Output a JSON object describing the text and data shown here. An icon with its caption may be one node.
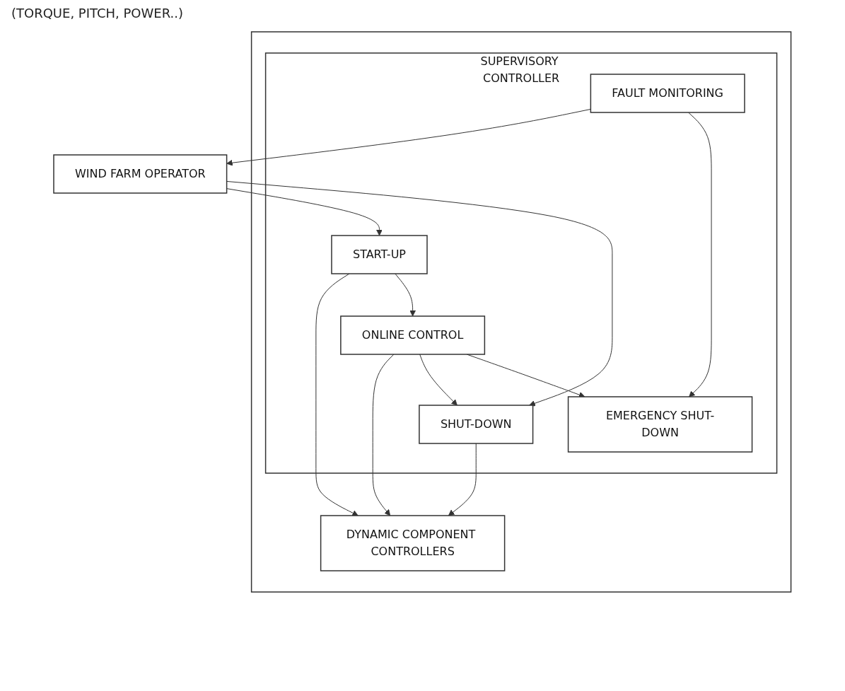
{
  "diagram": {
    "nodes": [
      {
        "text": [
          "WIND FARM OPERATOR"
        ]
      },
      {
        "text": [],
        "shape": "box"
      },
      {
        "text": [
          "DYNAMIC COMPONENT CONTROLLERS"
        ],
        "in": 1
      },
      {
        "text": [
          "SUPERVISORY CONTROLLER"
        ],
        "in": 1
      },
      {
        "text": [
          "START-UP"
        ],
        "in": 3
      },
      {
        "text": [
          "FAULT MONITORING"
        ],
        "in": 3
      },
      {
        "text": [
          "ONLINE CONTROL"
        ],
        "in": 3
      },
      {
        "text": [
          "SHUT-DOWN"
        ],
        "in": 3
      },
      {
        "text": [
          "EMERGENCY SHUT-DOWN"
        ],
        "in": 3
      }
    ],
    "edges": [
      {
        "from": 0,
        "to": 4,
        "arrow": "to"
      },
      {
        "from": 0,
        "to": 7,
        "arrow": "to"
      },
      {
        "from": 5,
        "to": 0,
        "arrow": "to"
      },
      {
        "from": 4,
        "to": 2,
        "arrow": "to"
      },
      {
        "from": 6,
        "to": 2,
        "arrow": "to"
      },
      {
        "from": 7,
        "to": 2,
        "arrow": "to"
      },
      {
        "from": 4,
        "to": 6,
        "arrow": "to"
      },
      {
        "from": 6,
        "to": 7,
        "arrow": "to"
      },
      {
        "from": 6,
        "to": 8,
        "arrow": "to"
      },
      {
        "from": 5,
        "to": 8,
        "arrow": "to"
      }
    ],
    "labels": [
      "(TORQUE, PITCH, POWER..)"
    ]
  }
}
